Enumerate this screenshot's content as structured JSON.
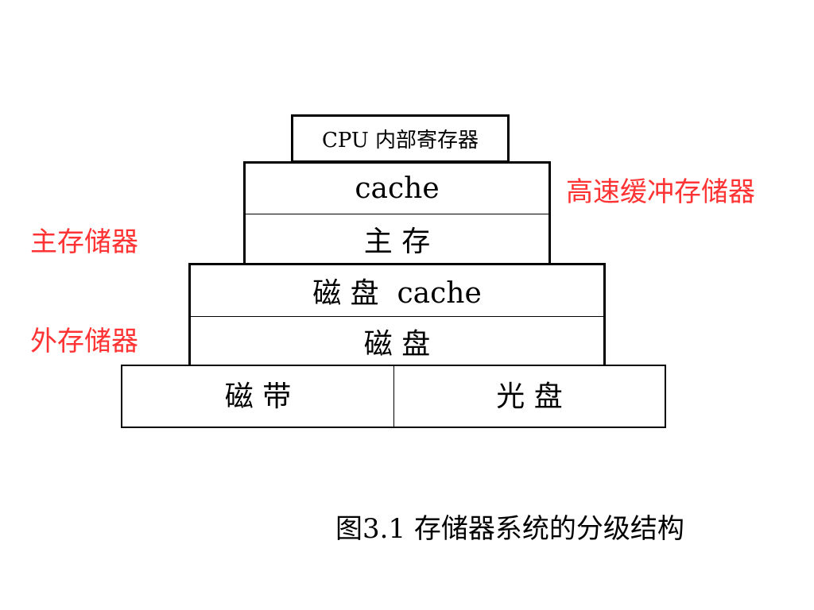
{
  "colors": {
    "annotation": "#ff3333",
    "border": "#000000",
    "text": "#000000"
  },
  "levels": {
    "cpu_registers": "CPU 内部寄存器",
    "cache": "cache",
    "main_memory": "主 存",
    "disk_cache": "磁 盘  cache",
    "disk": "磁 盘",
    "tape": "磁 带",
    "optical_disc": "光 盘"
  },
  "annotations": {
    "high_speed_cache": "高速缓冲存储器",
    "main_storage": "主存储器",
    "external_storage": "外存储器"
  },
  "caption": "图3.1  存储器系统的分级结构"
}
